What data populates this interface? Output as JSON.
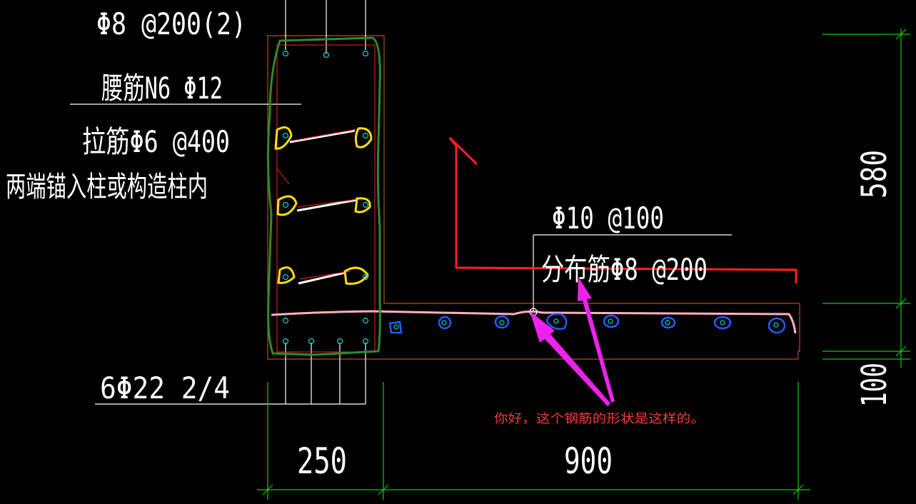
{
  "labels": {
    "stirrup": "Φ8 @200(2)",
    "waist_bar": "腰筋N6 Φ12",
    "tie_bar": "拉筋Φ6 @400",
    "anchor_note": "两端锚入柱或构造柱内",
    "bottom_bar": "6Φ22 2/4",
    "slab_top_bar": "Φ10 @100",
    "distribution_bar": "分布筋Φ8 @200"
  },
  "dimensions": {
    "width_left": "250",
    "width_right": "900",
    "height_top": "580",
    "height_bottom": "100"
  },
  "annotation": {
    "question": "你好，这个钢筋的形状是这样的。"
  },
  "colors": {
    "background": "#000000",
    "text": "#ffffff",
    "dimension": "#00d000",
    "outline": "#b4501e",
    "red_rebar": "#ff2020",
    "pink_rebar": "#ffb0c0",
    "cyan_bar": "#00d8d8",
    "green_markup": "#2e8b2e",
    "yellow_markup": "#ffe000",
    "blue_markup": "#1e5fff",
    "magenta_arrow": "#ee22ee",
    "note_text": "#ff3b3b"
  }
}
